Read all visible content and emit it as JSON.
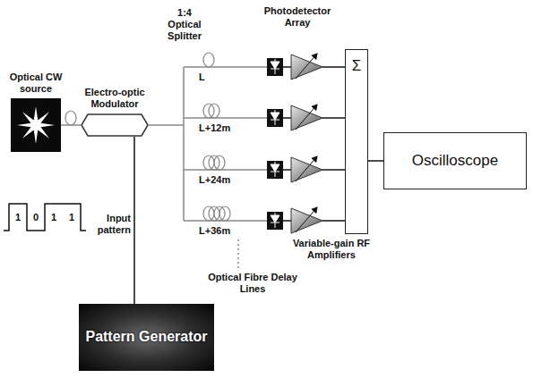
{
  "diagram": {
    "nodes": [
      {
        "text": [
          "Optical CW source"
        ]
      },
      {
        "text": [
          "Electro-optic Modulator"
        ]
      },
      {
        "text": [
          "Σ"
        ]
      },
      {
        "text": [
          "Oscilloscope"
        ]
      },
      {
        "text": [
          "Pattern Generator"
        ]
      }
    ],
    "edges": [
      {
        "from": 0,
        "to": 1,
        "arrow": "none"
      },
      {
        "from": 4,
        "to": 1,
        "arrow": "none"
      },
      {
        "from": 2,
        "to": 3,
        "arrow": "none"
      }
    ],
    "labels": [
      "1:4 Optical Splitter",
      "Photodetector Array",
      "L",
      "L+12m",
      "L+24m",
      "L+36m",
      "Variable-gain RF Amplifiers",
      "Optical Fibre Delay Lines",
      "1",
      "0",
      "1",
      "1",
      "Input pattern"
    ]
  }
}
